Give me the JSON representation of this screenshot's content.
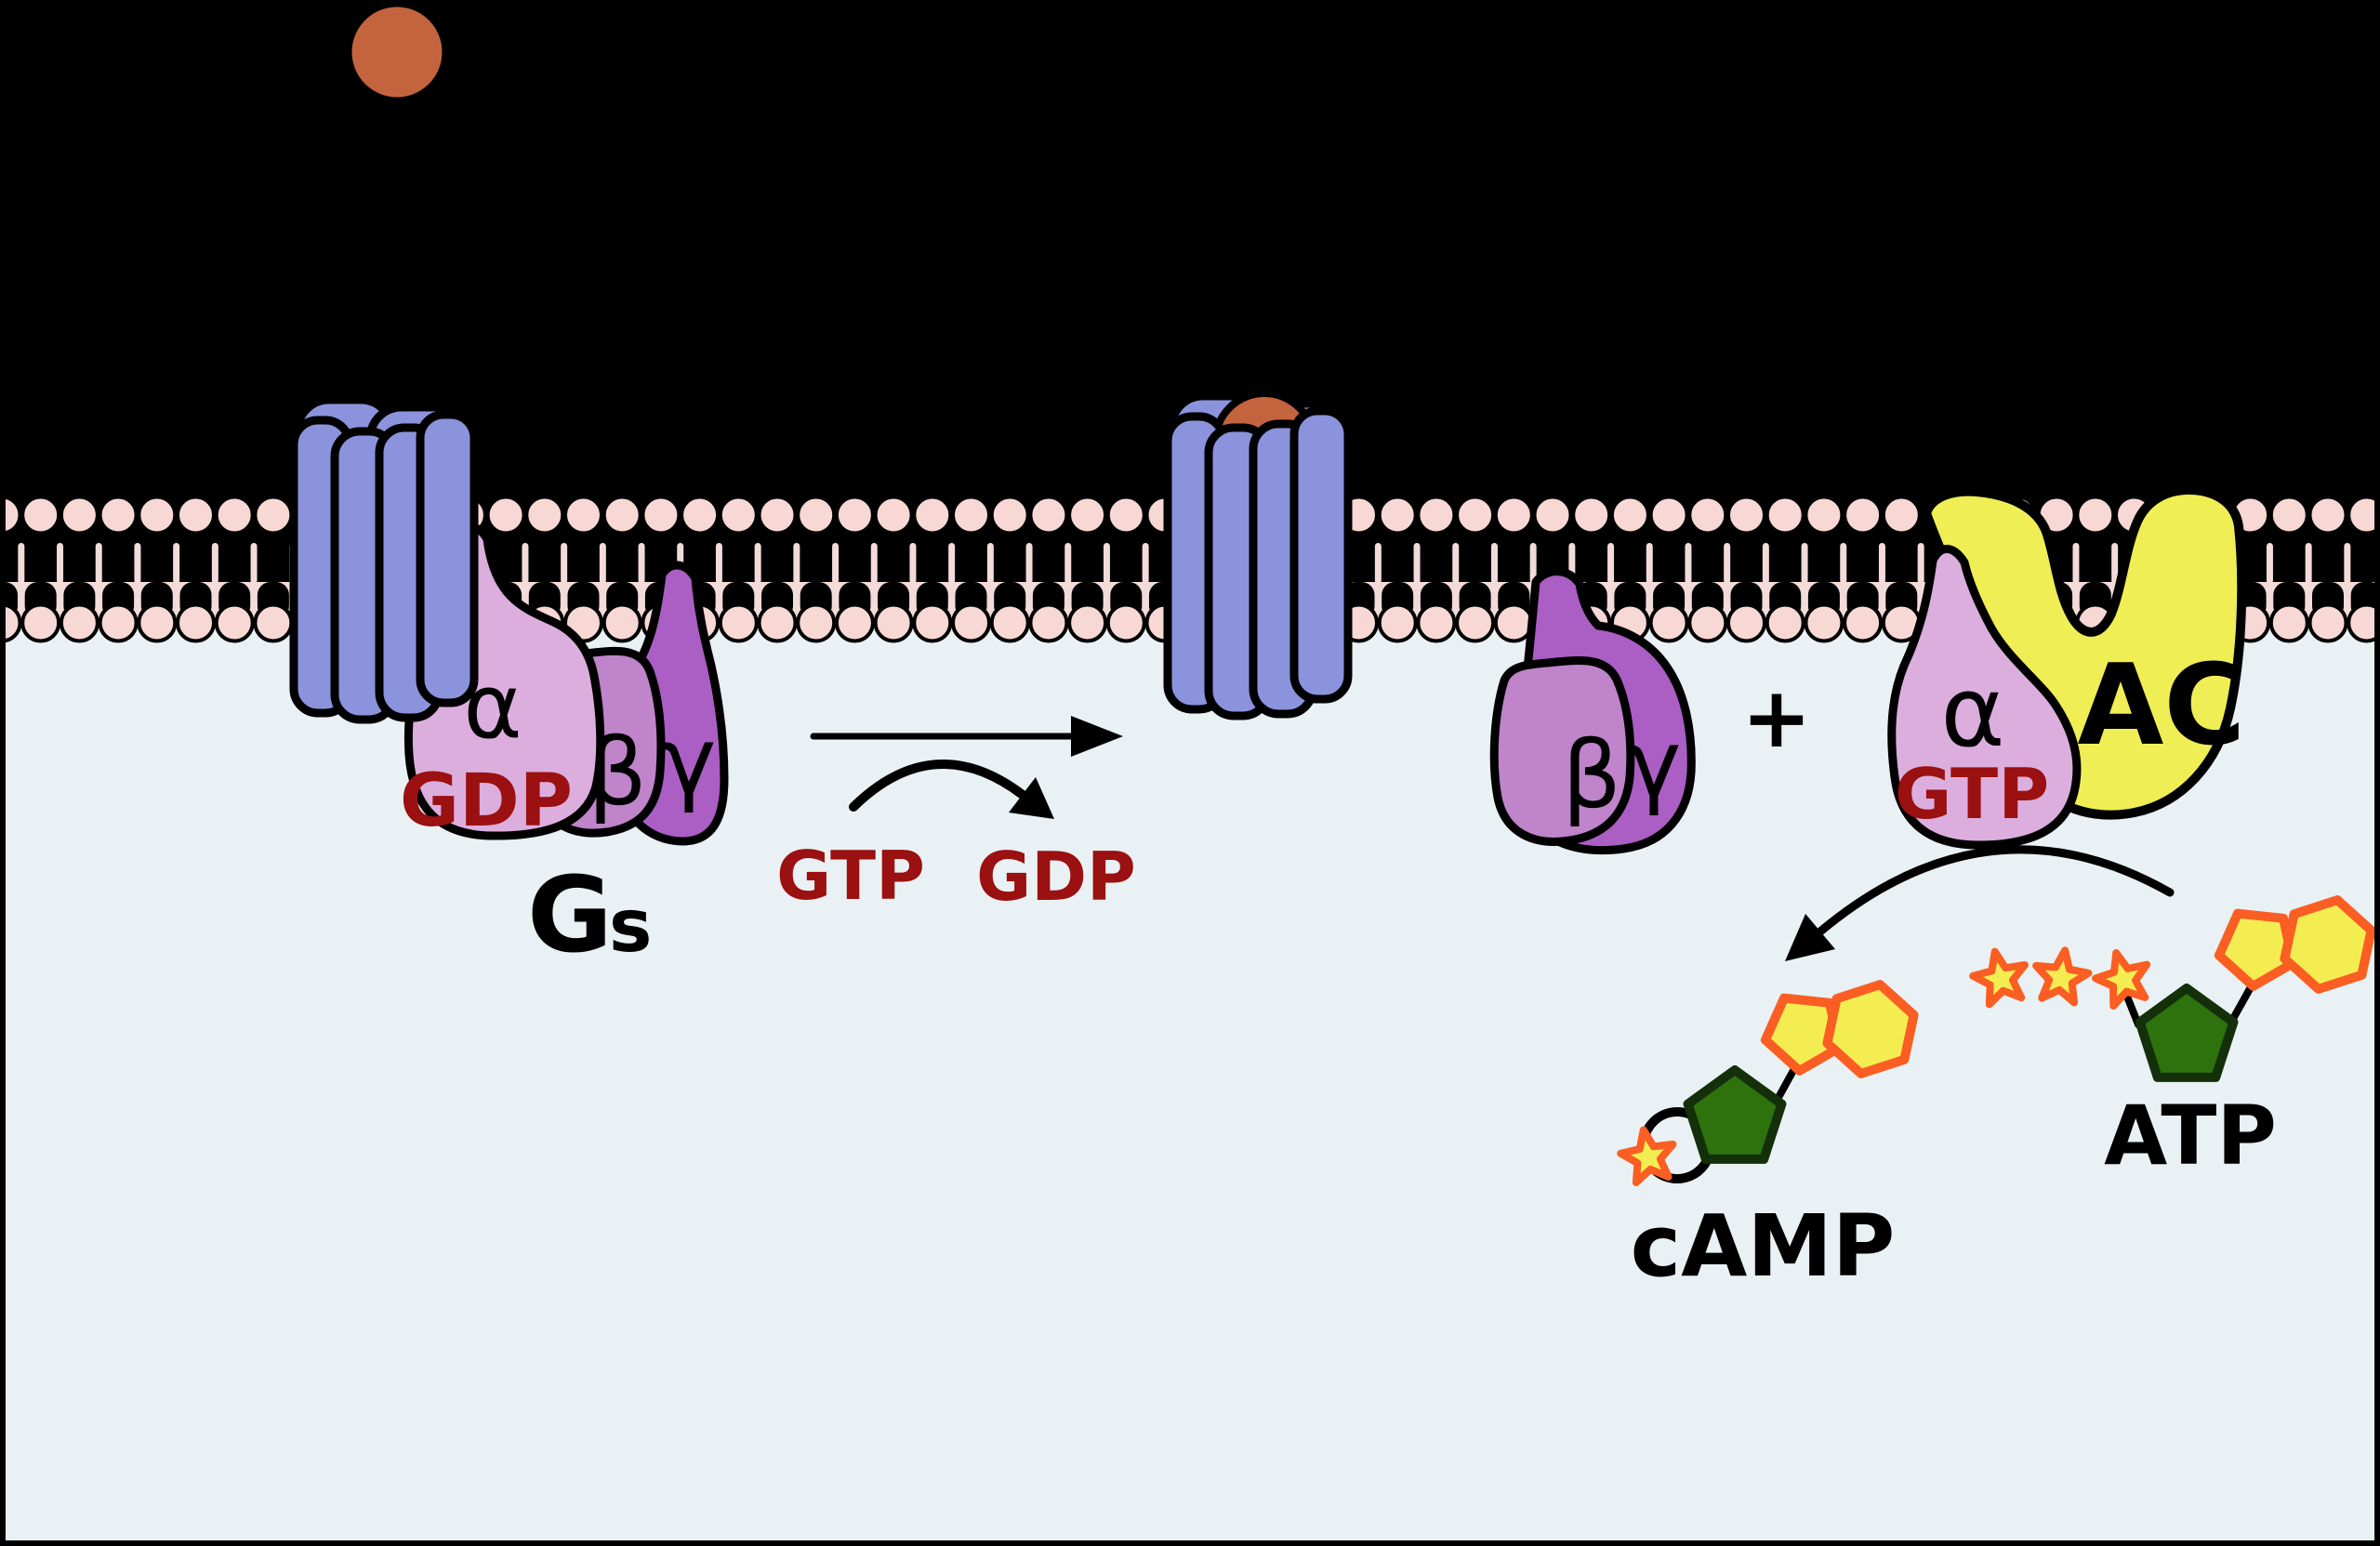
{
  "colors": {
    "extracellular": "#000000",
    "cytoplasm": "#e9f1f4",
    "lipid_head": "#f7d8d4",
    "tail_gap": "#f2dbd9",
    "receptor": "#8b93dc",
    "ligand": "#c4643e",
    "alpha": "#dcaede",
    "beta": "#bf84ca",
    "gamma": "#ab5ec3",
    "ac": "#f0ee55",
    "nucleotide_text": "#9b1010",
    "ribose": "#2d720d",
    "ribose_stroke": "#14300a",
    "purine_fill": "#f4ed52",
    "purine_stroke": "#fb5e22"
  },
  "trimer": {
    "alpha": "α",
    "gdp": "GDP",
    "beta": "β",
    "gamma": "γ",
    "g_label": "G",
    "g_subscript": "s"
  },
  "exchange": {
    "gtp": "GTP",
    "gdp": "GDP"
  },
  "dissociated": {
    "beta": "β",
    "gamma": "γ",
    "plus": "+",
    "alpha": "α",
    "gtp": "GTP"
  },
  "enzyme": {
    "label": "AC"
  },
  "metabolites": {
    "substrate": "ATP",
    "product": "cAMP"
  }
}
